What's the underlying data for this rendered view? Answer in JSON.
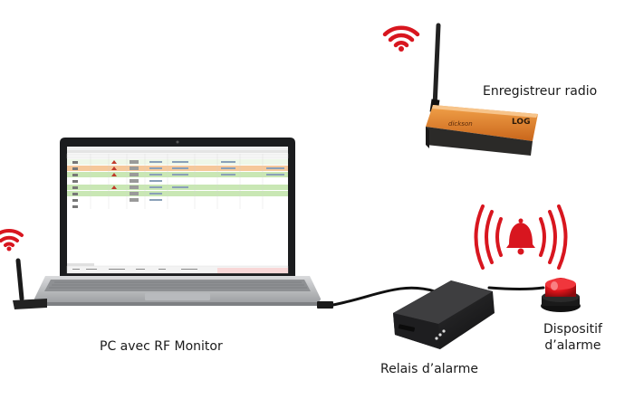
{
  "labels": {
    "pc": "PC avec RF Monitor",
    "recorder": "Enregistreur radio",
    "relay": "Relais d’alarme",
    "device_line1": "Dispositif",
    "device_line2": "d’alarme"
  },
  "recorder_device": {
    "brand_text": "dickson",
    "model_text": "LOG"
  },
  "icons": {
    "wifi_recorder": "wifi-icon",
    "wifi_usb": "wifi-icon",
    "alarm_bell": "bell-icon"
  },
  "colors": {
    "wifi_red": "#d8161f",
    "bell_red": "#d8161f",
    "recorder_orange": "#e8892a",
    "beacon_red": "#e0141b",
    "row_orange": "#f6c89b",
    "row_green": "#c9e7b4"
  }
}
